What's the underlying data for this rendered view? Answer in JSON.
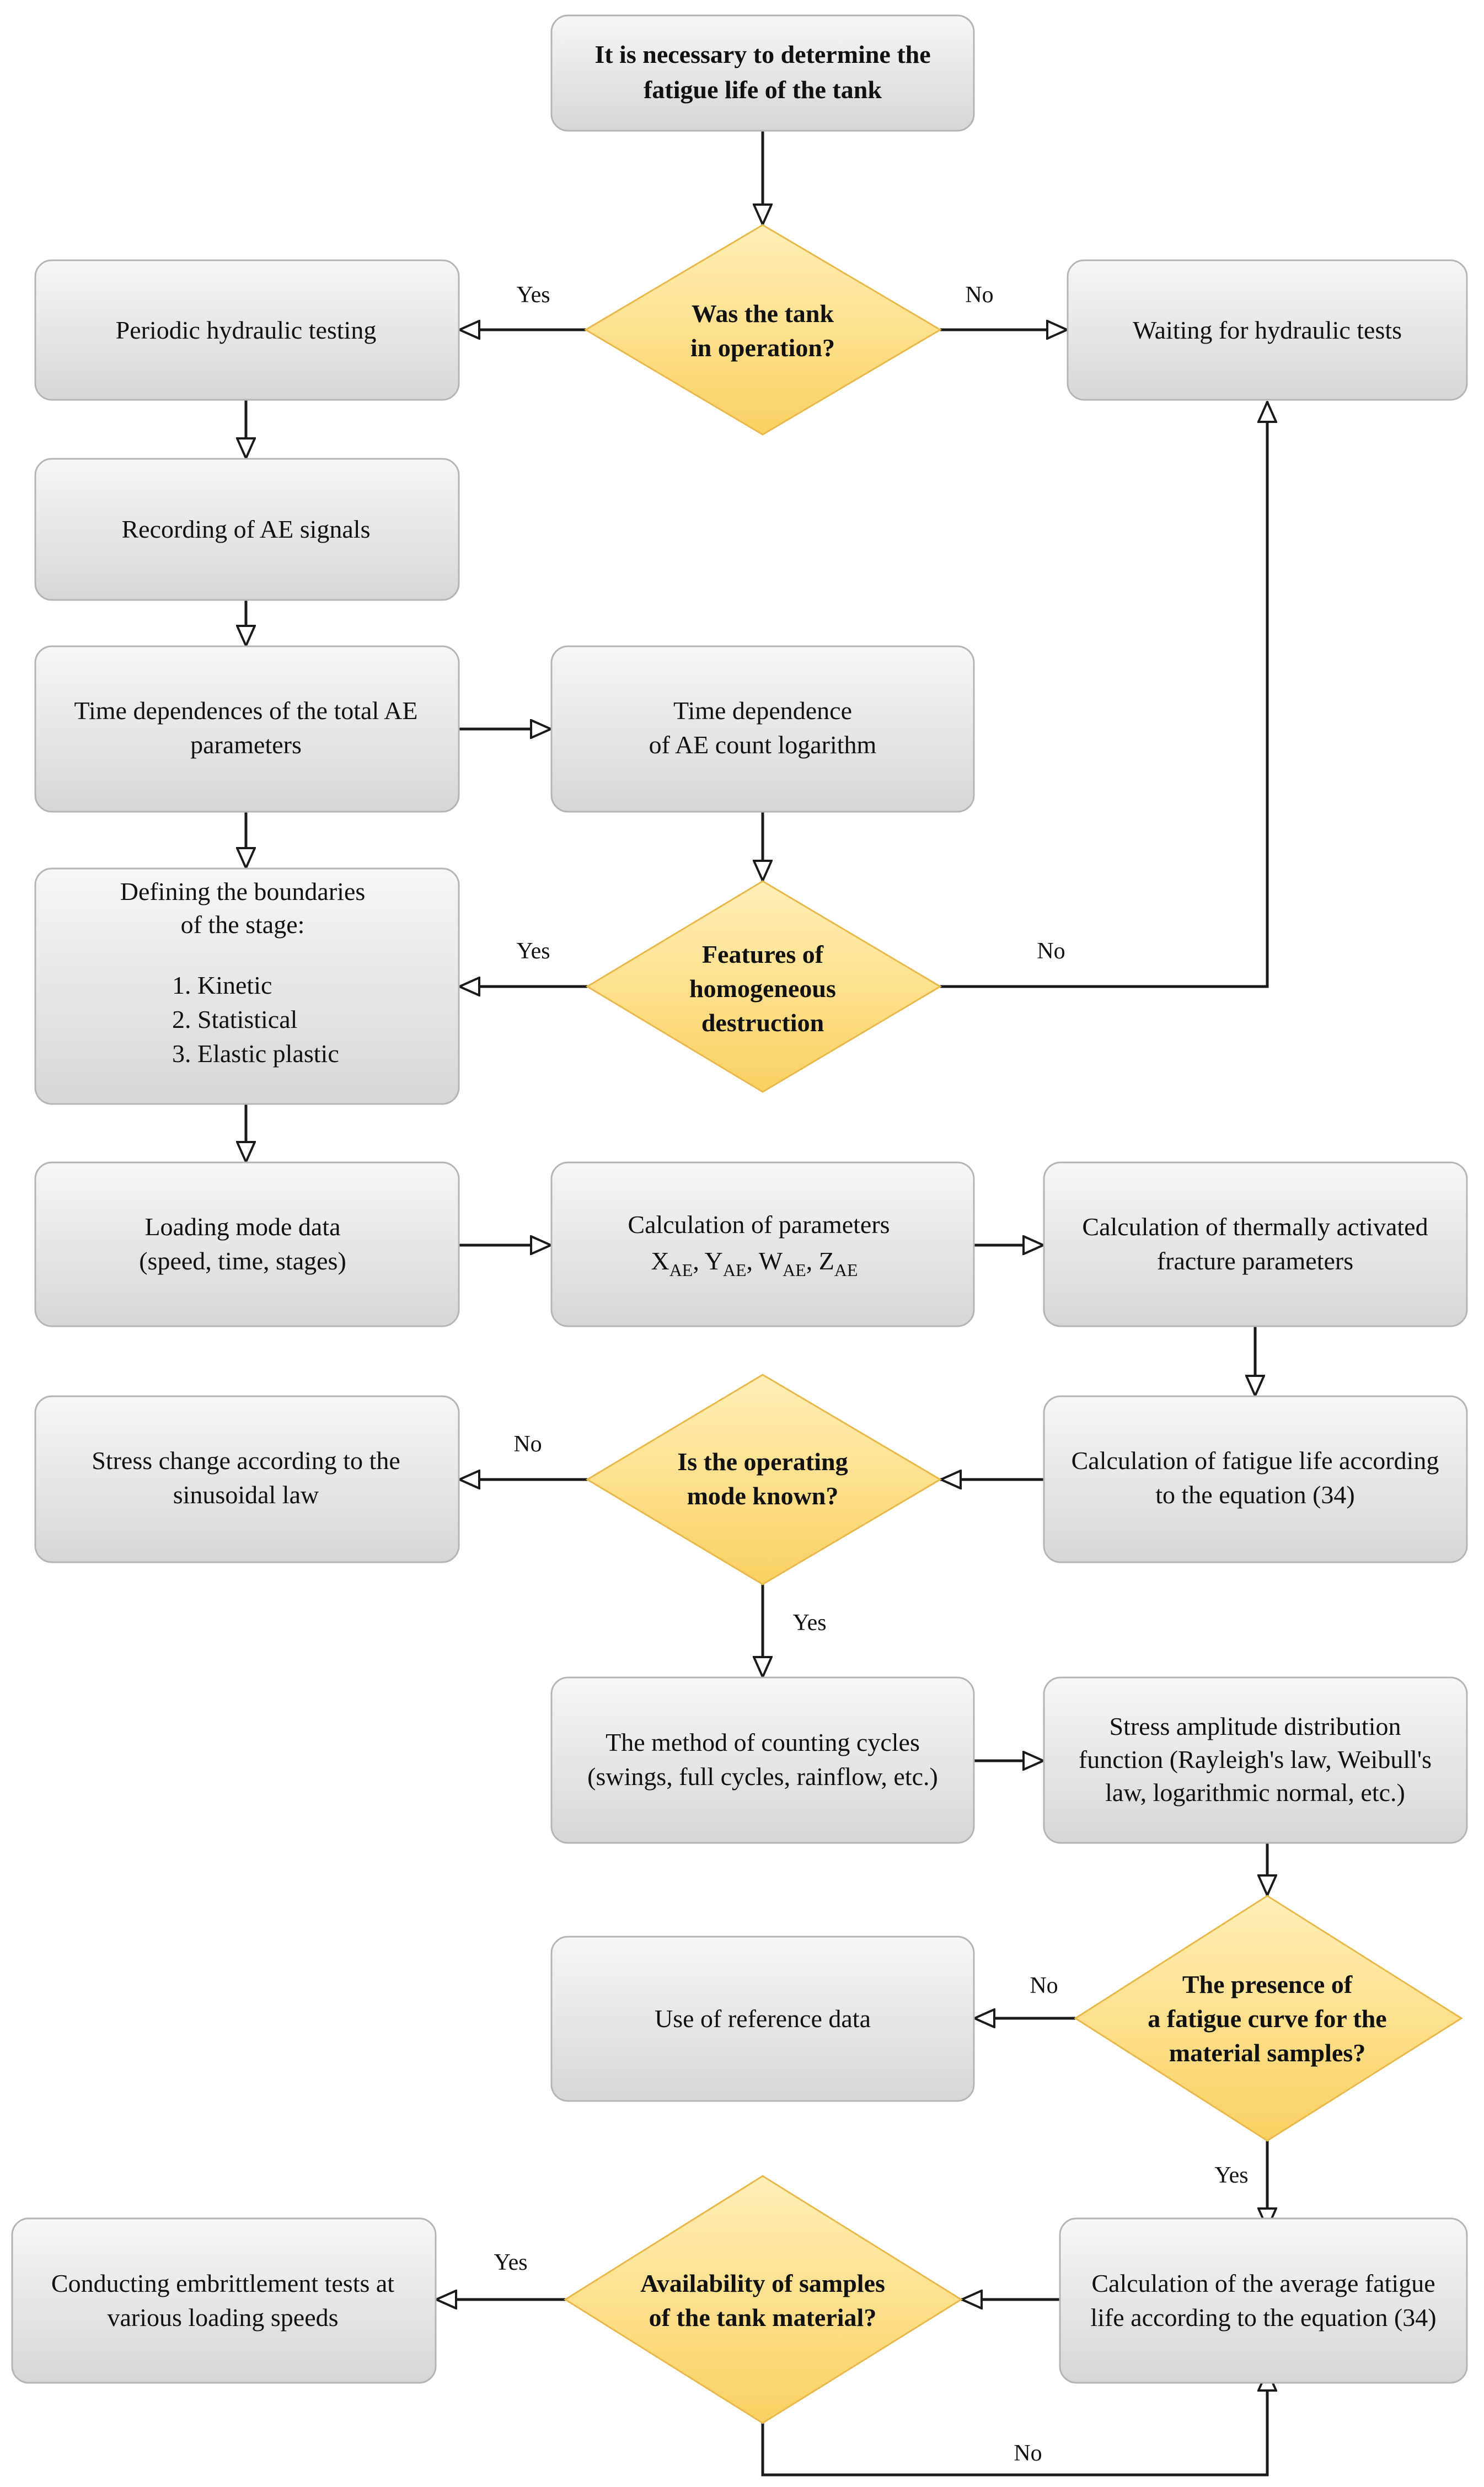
{
  "colors": {
    "box_fill_top": "#f7f7f7",
    "box_fill_bottom": "#d6d6d6",
    "box_stroke": "#b5b5b5",
    "diamond_fill_top": "#fff0b8",
    "diamond_fill_bottom": "#f9d062",
    "diamond_stroke": "#e8b94a",
    "line": "#1a1a1a"
  },
  "nodes": {
    "start": [
      "It is necessary to determine the",
      "fatigue life of the tank"
    ],
    "q_operation": [
      "Was the tank",
      "in operation?"
    ],
    "periodic_testing": [
      "Periodic hydraulic testing"
    ],
    "waiting_tests": [
      "Waiting for hydraulic tests"
    ],
    "recording_ae": [
      "Recording of AE signals"
    ],
    "time_total_ae": [
      "Time dependences of the total AE",
      "parameters"
    ],
    "time_log": [
      "Time dependence",
      "of AE count logarithm"
    ],
    "boundaries": [
      "Defining the boundaries",
      "of the stage:",
      "",
      "1. Kinetic",
      "2. Statistical",
      "3. Elastic plastic"
    ],
    "q_destruction": [
      "Features of",
      "homogeneous",
      "destruction"
    ],
    "loading_mode": [
      "Loading mode data",
      "(speed, time, stages)"
    ],
    "calc_params_title": "Calculation of parameters",
    "calc_params_symbols": [
      "X",
      "Y",
      "W",
      "Z"
    ],
    "calc_params_subscript": "AE",
    "calc_thermal": [
      "Calculation of thermally activated",
      "fracture parameters"
    ],
    "stress_sinus": [
      "Stress change according to the",
      "sinusoidal law"
    ],
    "q_operating_mode": [
      "Is the operating",
      "mode known?"
    ],
    "calc_fatigue": [
      "Calculation of fatigue life according",
      "to the equation (34)"
    ],
    "counting_cycles": [
      "The method of counting cycles",
      "(swings, full cycles, rainflow, etc.)"
    ],
    "stress_distribution": [
      "Stress amplitude distribution",
      "function (Rayleigh's law, Weibull's",
      "law, logarithmic normal, etc.)"
    ],
    "reference_data": [
      "Use of reference data"
    ],
    "q_fatigue_curve": [
      "The presence of",
      "a fatigue curve for the",
      "material samples?"
    ],
    "embrittlement": [
      "Conducting embrittlement tests at",
      "various loading speeds"
    ],
    "q_samples": [
      "Availability of samples",
      "of the tank material?"
    ],
    "calc_average": [
      "Calculation of the average fatigue",
      "life according to the equation (34)"
    ]
  },
  "edge_labels": {
    "op_yes": "Yes",
    "op_no": "No",
    "destr_yes": "Yes",
    "destr_no": "No",
    "mode_no": "No",
    "mode_yes": "Yes",
    "curve_no": "No",
    "curve_yes": "Yes",
    "samples_yes": "Yes",
    "samples_no": "No"
  }
}
